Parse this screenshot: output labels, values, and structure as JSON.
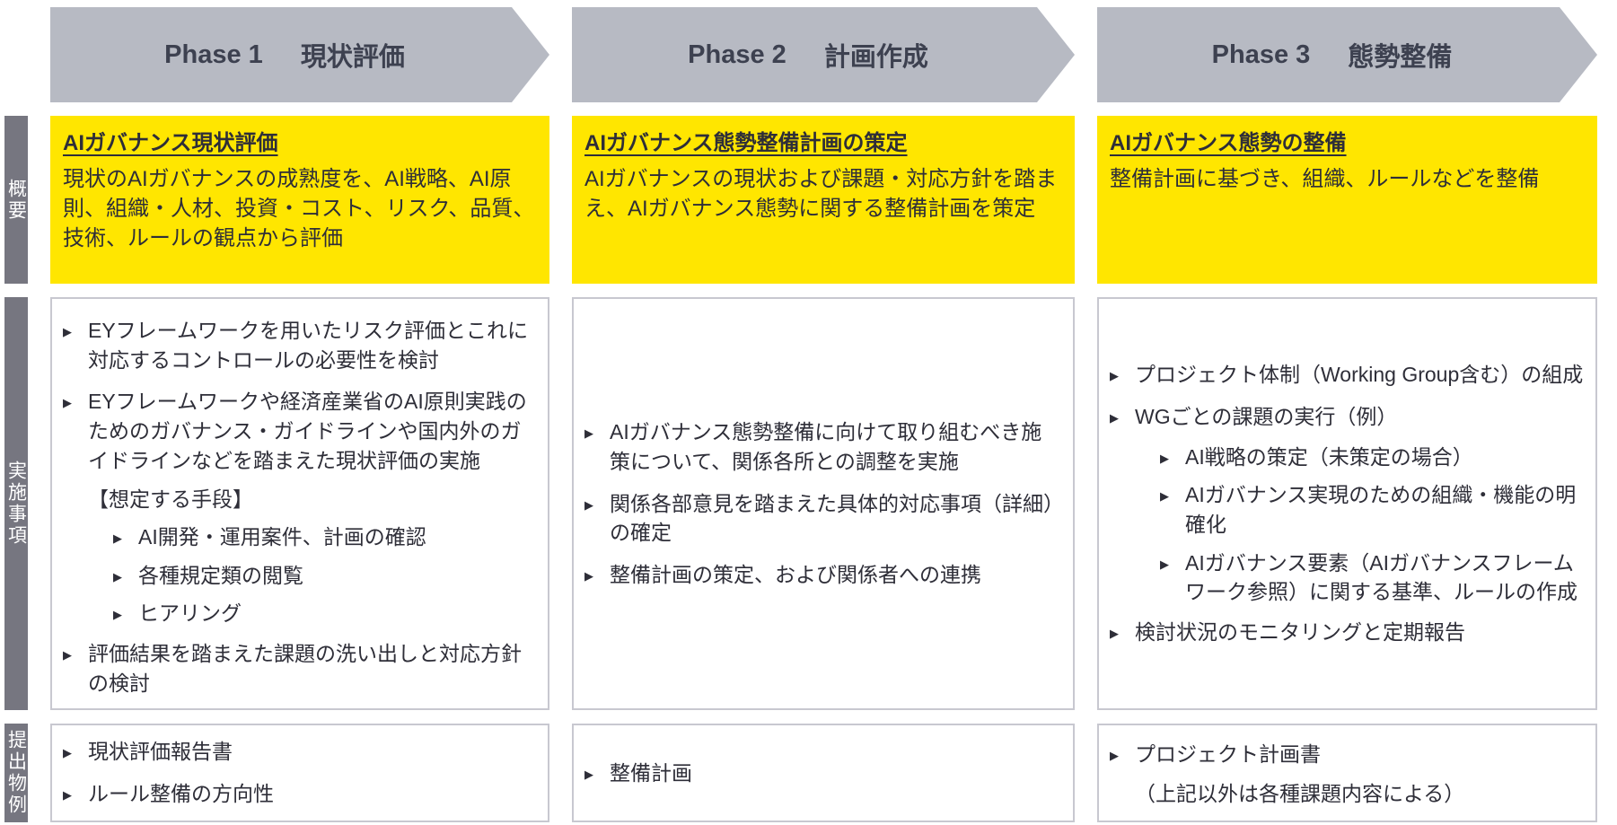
{
  "colors": {
    "chevron-gray": "#b7bac3",
    "phase-text": "#3d4150",
    "label-gray": "#767680",
    "yellow": "#ffe600",
    "border-gray": "#c8c8d0",
    "text": "#2e2e38"
  },
  "bullet_char": "▶",
  "row_labels": {
    "overview": "概要",
    "implementation": "実施事項",
    "deliverables": "提出物例"
  },
  "phases": [
    {
      "label_en": "Phase 1",
      "label_ja": "現状評価",
      "overview_title": "AIガバナンス現状評価",
      "overview_body": "現状のAIガバナンスの成熟度を、AI戦略、AI原則、組織・人材、投資・コスト、リスク、品質、技術、ルールの観点から評価"
    },
    {
      "label_en": "Phase 2",
      "label_ja": "計画作成",
      "overview_title": "AIガバナンス態勢整備計画の策定",
      "overview_body": "AIガバナンスの現状および課題・対応方針を踏まえ、AIガバナンス態勢に関する整備計画を策定"
    },
    {
      "label_en": "Phase 3",
      "label_ja": "態勢整備",
      "overview_title": "AIガバナンス態勢の整備",
      "overview_body": "整備計画に基づき、組織、ルールなどを整備"
    }
  ],
  "implementation": {
    "phase1": [
      {
        "type": "bullet",
        "text": "EYフレームワークを用いたリスク評価とこれに対応するコントロールの必要性を検討"
      },
      {
        "type": "bullet",
        "text": "EYフレームワークや経済産業省のAI原則実践のためのガバナンス・ガイドラインや国内外のガイドラインなどを踏まえた現状評価の実施"
      },
      {
        "type": "plain",
        "text": "【想定する手段】"
      },
      {
        "type": "sub",
        "text": "AI開発・運用案件、計画の確認"
      },
      {
        "type": "sub",
        "text": "各種規定類の閲覧"
      },
      {
        "type": "sub",
        "text": "ヒアリング"
      },
      {
        "type": "bullet",
        "text": "評価結果を踏まえた課題の洗い出しと対応方針の検討"
      }
    ],
    "phase2": [
      {
        "type": "bullet",
        "text": "AIガバナンス態勢整備に向けて取り組むべき施策について、関係各所との調整を実施"
      },
      {
        "type": "bullet",
        "text": "関係各部意見を踏まえた具体的対応事項（詳細）の確定"
      },
      {
        "type": "bullet",
        "text": "整備計画の策定、および関係者への連携"
      }
    ],
    "phase3": [
      {
        "type": "bullet",
        "text": "プロジェクト体制（Working Group含む）の組成"
      },
      {
        "type": "bullet",
        "text": "WGごとの課題の実行（例）"
      },
      {
        "type": "sub",
        "text": "AI戦略の策定（未策定の場合）"
      },
      {
        "type": "sub",
        "text": "AIガバナンス実現のための組織・機能の明確化"
      },
      {
        "type": "sub",
        "text": "AIガバナンス要素（AIガバナンスフレームワーク参照）に関する基準、ルールの作成"
      },
      {
        "type": "bullet",
        "text": "検討状況のモニタリングと定期報告"
      }
    ]
  },
  "deliverables": {
    "phase1": [
      {
        "type": "bullet",
        "text": "現状評価報告書"
      },
      {
        "type": "bullet",
        "text": "ルール整備の方向性"
      }
    ],
    "phase2": [
      {
        "type": "bullet",
        "text": "整備計画"
      }
    ],
    "phase3": [
      {
        "type": "bullet",
        "text": "プロジェクト計画書"
      },
      {
        "type": "plain",
        "text": "（上記以外は各種課題内容による）"
      }
    ]
  }
}
